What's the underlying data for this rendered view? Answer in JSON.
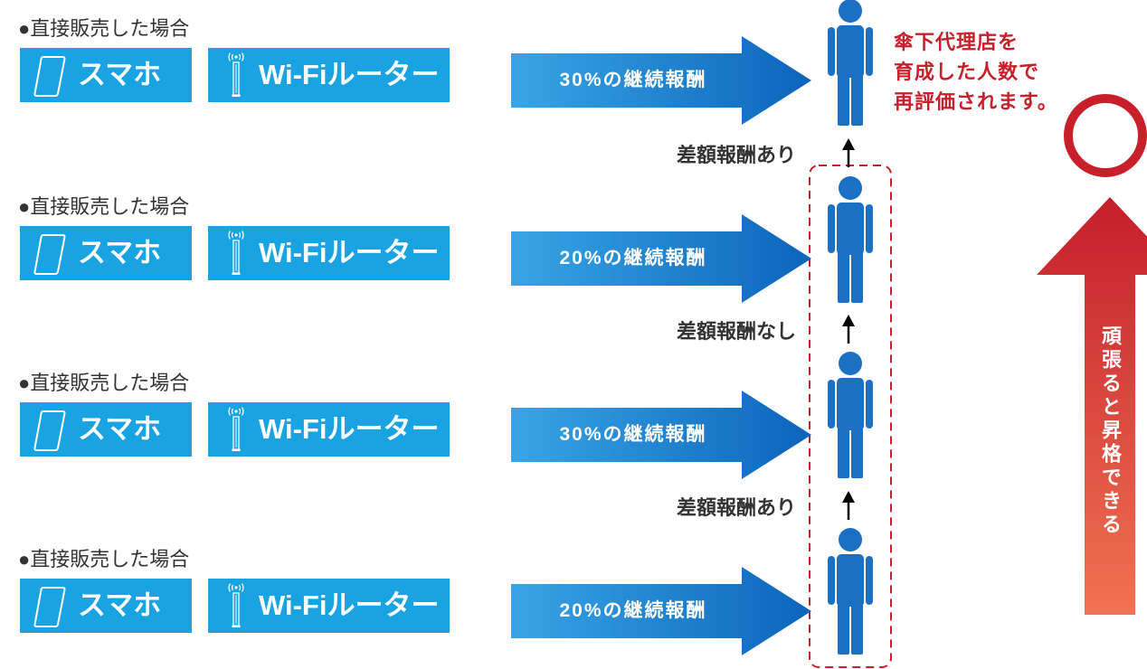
{
  "rows": [
    {
      "heading": "●直接販売した場合",
      "product_phone": "スマホ",
      "product_router": "Wi-Fiルーター",
      "reward": "30%の継続報酬"
    },
    {
      "heading": "●直接販売した場合",
      "product_phone": "スマホ",
      "product_router": "Wi-Fiルーター",
      "reward": "20%の継続報酬"
    },
    {
      "heading": "●直接販売した場合",
      "product_phone": "スマホ",
      "product_router": "Wi-Fiルーター",
      "reward": "30%の継続報酬"
    },
    {
      "heading": "●直接販売した場合",
      "product_phone": "スマホ",
      "product_router": "Wi-Fiルーター",
      "reward": "20%の継続報酬"
    }
  ],
  "differences": [
    "差額報酬あり",
    "差額報酬なし",
    "差額報酬あり"
  ],
  "note": [
    "傘下代理店を",
    "育成した人数で",
    "再評価されます。"
  ],
  "promotion_label": "頑張ると昇格できる",
  "icons": {
    "phone": "smartphone-icon",
    "router": "wifi-router-icon",
    "person": "person-icon",
    "up_arrow": "up-arrow-icon",
    "circle": "circle-mark-icon",
    "promotion_arrow": "promotion-arrow"
  },
  "colors": {
    "text": "#333333",
    "product_box": "#1aa3e2",
    "arrow_light": "#38a5e5",
    "arrow_dark": "#0c64bb",
    "person": "#1c70c4",
    "accent_red": "#c8202a",
    "promo_top": "#c41e2b",
    "promo_bottom": "#f07352"
  }
}
